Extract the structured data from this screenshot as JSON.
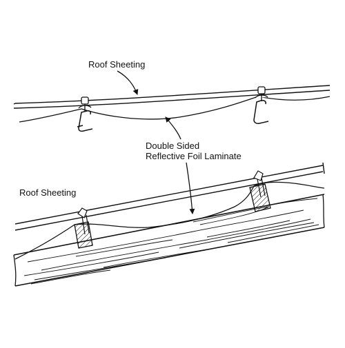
{
  "labels": {
    "roof_sheeting_top": "Roof Sheeting",
    "foil_line1": "Double Sided",
    "foil_line2": "Reflective Foil Laminate",
    "roof_sheeting_left": "Roof Sheeting"
  },
  "colors": {
    "ink": "#111111",
    "paper": "#ffffff"
  }
}
